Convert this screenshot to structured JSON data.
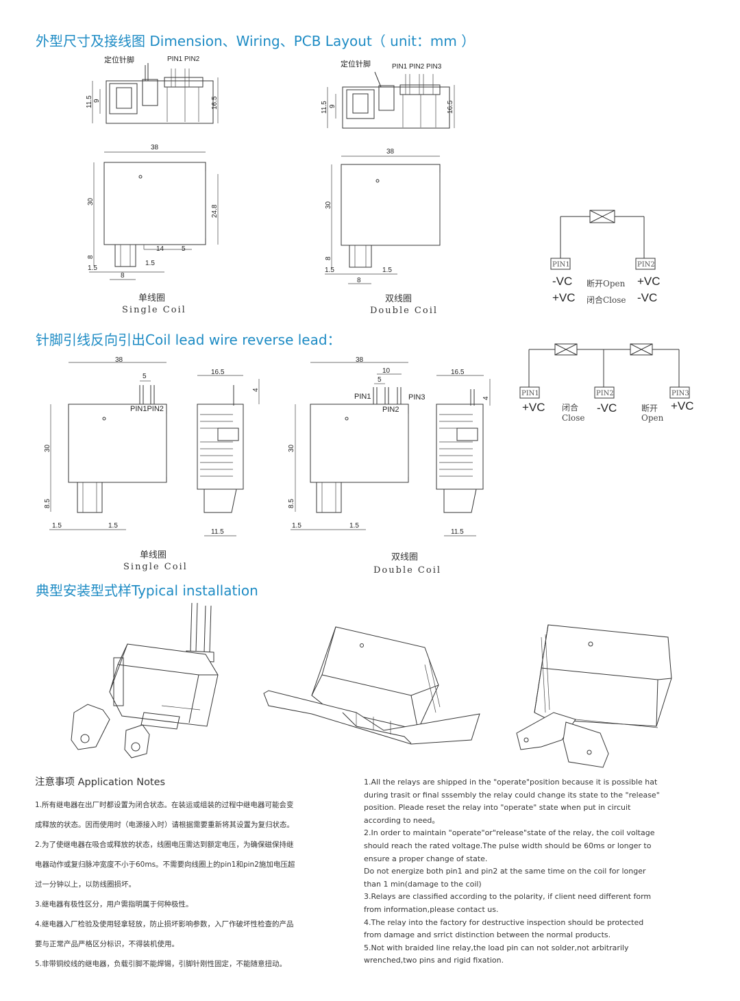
{
  "sections": {
    "dimension_title": "外型尺寸及接线图 Dimension、Wiring、PCB Layout（ unit：mm ）",
    "reverse_title": "针脚引线反向引出Coil lead wire reverse lead：",
    "install_title": "典型安装型式样Typical installation"
  },
  "drawings": {
    "locating_pin": "定位针脚",
    "pins_single": "PIN1 PIN2",
    "pins_double": "PIN1 PIN2 PIN3",
    "dim_11_5": "11.5",
    "dim_9": "9",
    "dim_16_5": "16.5",
    "dim_38": "38",
    "dim_30": "30",
    "dim_24_8": "24.8",
    "dim_14": "14",
    "dim_5": "5",
    "dim_8": "8",
    "dim_1_5": "1.5",
    "dim_10": "10",
    "dim_4": "4",
    "dim_8_5": "8.5",
    "pin1": "PIN1",
    "pin2": "PIN2",
    "pin3": "PIN3",
    "pin1pin2": "PIN1PIN2",
    "single_coil_cn": "单线圈",
    "single_coil_en": "Single Coil",
    "double_coil_cn": "双线圈",
    "double_coil_en": "Double Coil"
  },
  "wiring_single": {
    "pin1": "PIN1",
    "pin2": "PIN2",
    "row1_left": "-VC",
    "row1_mid": "断开Open",
    "row1_right": "+VC",
    "row2_left": "+VC",
    "row2_mid": "闭合Close",
    "row2_right": "-VC"
  },
  "wiring_double": {
    "pin1": "PIN1",
    "pin2": "PIN2",
    "pin3": "PIN3",
    "v1": "+VC",
    "v2": "-VC",
    "v3": "+VC",
    "close_cn": "闭合",
    "close_en": "Close",
    "open_cn": "断开",
    "open_en": "Open"
  },
  "notes_cn": {
    "heading": "注意事项 Application Notes",
    "lines": [
      "1.所有继电器在出厂时都设置为闭合状态。在装运或组装的过程中继电器可能会变",
      "成释放的状态。因而使用时（电源接入时）请根据需要重新将其设置为复归状态。",
      "2.为了使继电器在吸合或释放的状态，线圈电压需达到额定电压，为确保磁保持继",
      "电器动作或复归脉冲宽度不小于60ms。不需要向线圈上的pin1和pin2施加电压超",
      "过一分钟以上，以防线圈损坏。",
      "3.继电器有极性区分，用户需指明属于何种极性。",
      "4.继电器入厂检验及使用轻拿轻放，防止损坏影响参数，入厂作破坏性检查的产品",
      "要与正常产品严格区分标识，不得装机使用。",
      "5.非带铜绞线的继电器，负载引脚不能焊锡，引脚针刚性固定，不能随意扭动。"
    ]
  },
  "notes_en": {
    "lines": [
      "1.All the relays are shipped in the \"operate\"position because it is possible hat",
      "during trasit or final sssembly the relay could change its state to the \"release\"",
      "position. Pleade reset the relay into \"operate\" state when put in circuit",
      "according to need。",
      "2.In order to maintain \"operate\"or\"release\"state of the relay, the coil voltage",
      "should reach the rated voltage.The pulse width should be 60ms or longer to",
      "ensure a proper change of state.",
      "Do not energize both pin1 and pin2 at the same time on the coil for longer",
      "than 1 min(damage to the coil)",
      "3.Relays are classified according to the polarity, if client need different form",
      "from information,please contact us.",
      "4.The relay into the factory for destructive inspection should be protected",
      "from damage and srrict distinction between the normal products.",
      "5.Not with braided line relay,the load pin can not solder,not arbitrarily",
      " wrenched,two pins and rigid fixation."
    ]
  }
}
